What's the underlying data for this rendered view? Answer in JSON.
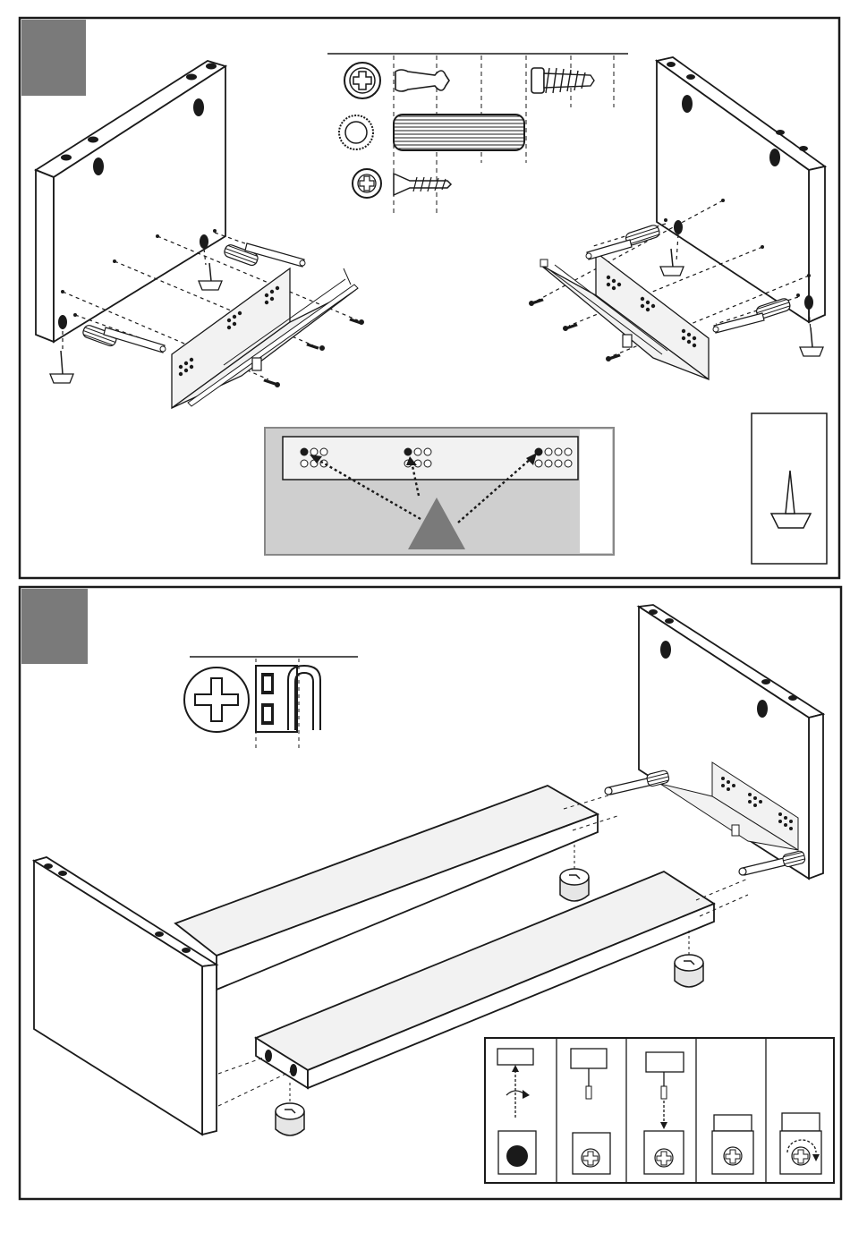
{
  "colors": {
    "ink": "#1a1a1a",
    "panel_fill": "#f2f2f2",
    "step_badge": "#7a7a7a",
    "inset_bg": "#cfcfcf",
    "inset_border": "#888888",
    "white": "#ffffff",
    "cam_fill": "#e6e6e6"
  },
  "icons": {
    "step1_badge": "step-number-badge",
    "step2_badge": "step-number-badge",
    "cam_bolt": "cam-bolt-icon",
    "wood_dowel": "wooden-dowel-icon",
    "screw": "screw-icon",
    "screwdriver": "phillips-screwdriver-icon",
    "drawer_runner": "drawer-runner-icon",
    "foot_glide": "nail-on-glide-icon",
    "cam_lock": "cam-lock-icon"
  },
  "cam_sequence": {
    "steps": [
      {
        "state": "insert-and-turn"
      },
      {
        "state": "bolt-ready"
      },
      {
        "state": "insert-bolt"
      },
      {
        "state": "cam-engaged"
      },
      {
        "state": "turn-to-lock"
      }
    ]
  }
}
